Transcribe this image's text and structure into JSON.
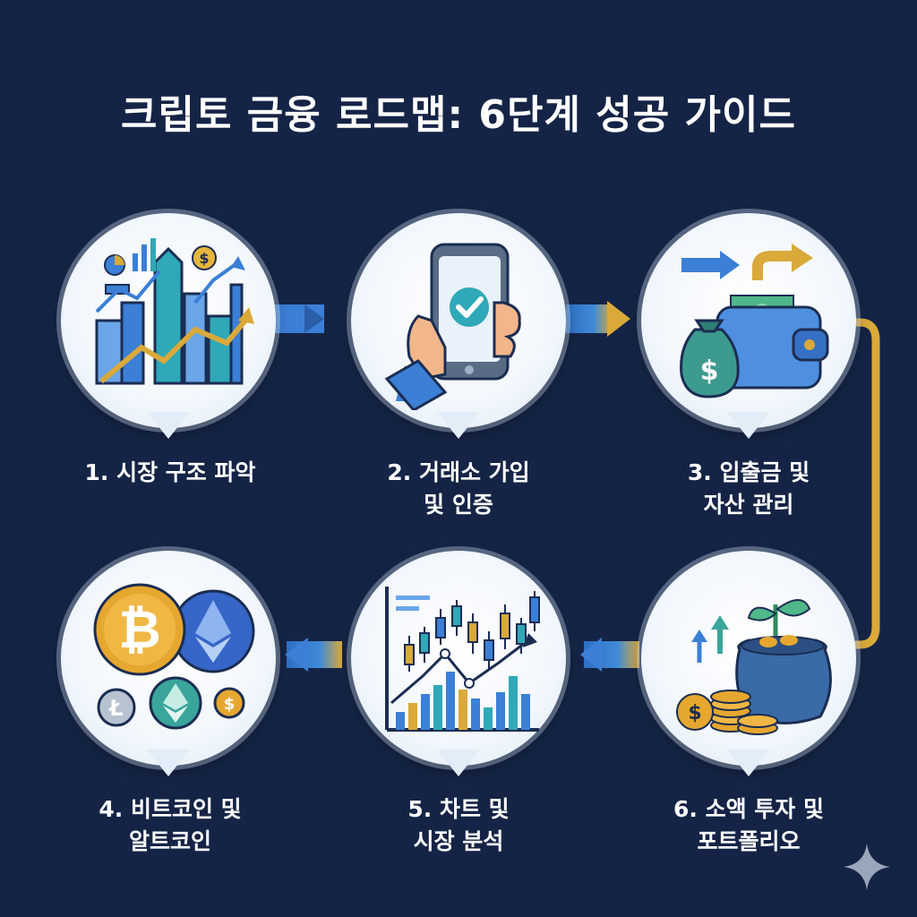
{
  "title": "크립토 금융 로드맵: 6단계 성공 가이드",
  "steps": [
    {
      "label": [
        "1. 시장 구조 파악"
      ],
      "icon": "market-skyline-chart-icon"
    },
    {
      "label": [
        "2. 거래소 가입",
        "및 인증"
      ],
      "icon": "smartphone-check-icon"
    },
    {
      "label": [
        "3. 입출금 및",
        "자산 관리"
      ],
      "icon": "wallet-money-bag-icon"
    },
    {
      "label": [
        "4. 비트코인 및",
        "알트코인"
      ],
      "icon": "crypto-coins-icon"
    },
    {
      "label": [
        "5. 차트 및",
        "시장 분석"
      ],
      "icon": "candlestick-chart-icon"
    },
    {
      "label": [
        "6. 소액 투자 및",
        "포트폴리오"
      ],
      "icon": "growth-pot-icon"
    }
  ],
  "colors": {
    "background": "#152446",
    "arrow_blue": "#3b7fd6",
    "arrow_gold": "#d9a93a",
    "label": "#ffffff"
  }
}
